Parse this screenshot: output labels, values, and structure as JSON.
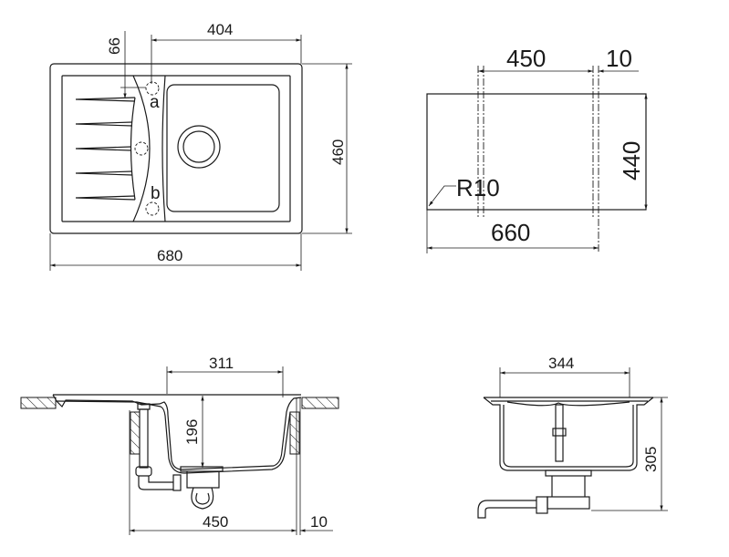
{
  "top_view": {
    "dim_width": "680",
    "dim_height": "460",
    "dim_bowl_offset": "404",
    "dim_tap_offset": "66",
    "label_a": "a",
    "label_b": "b"
  },
  "cutout_view": {
    "dim_width": "660",
    "dim_height": "440",
    "dim_inner": "450",
    "dim_gap": "10",
    "radius": "R10"
  },
  "section_side": {
    "dim_bowl_width": "311",
    "dim_depth": "196",
    "dim_cabinet": "450",
    "dim_gap": "10"
  },
  "section_front": {
    "dim_bowl_width": "344",
    "dim_height": "305"
  }
}
